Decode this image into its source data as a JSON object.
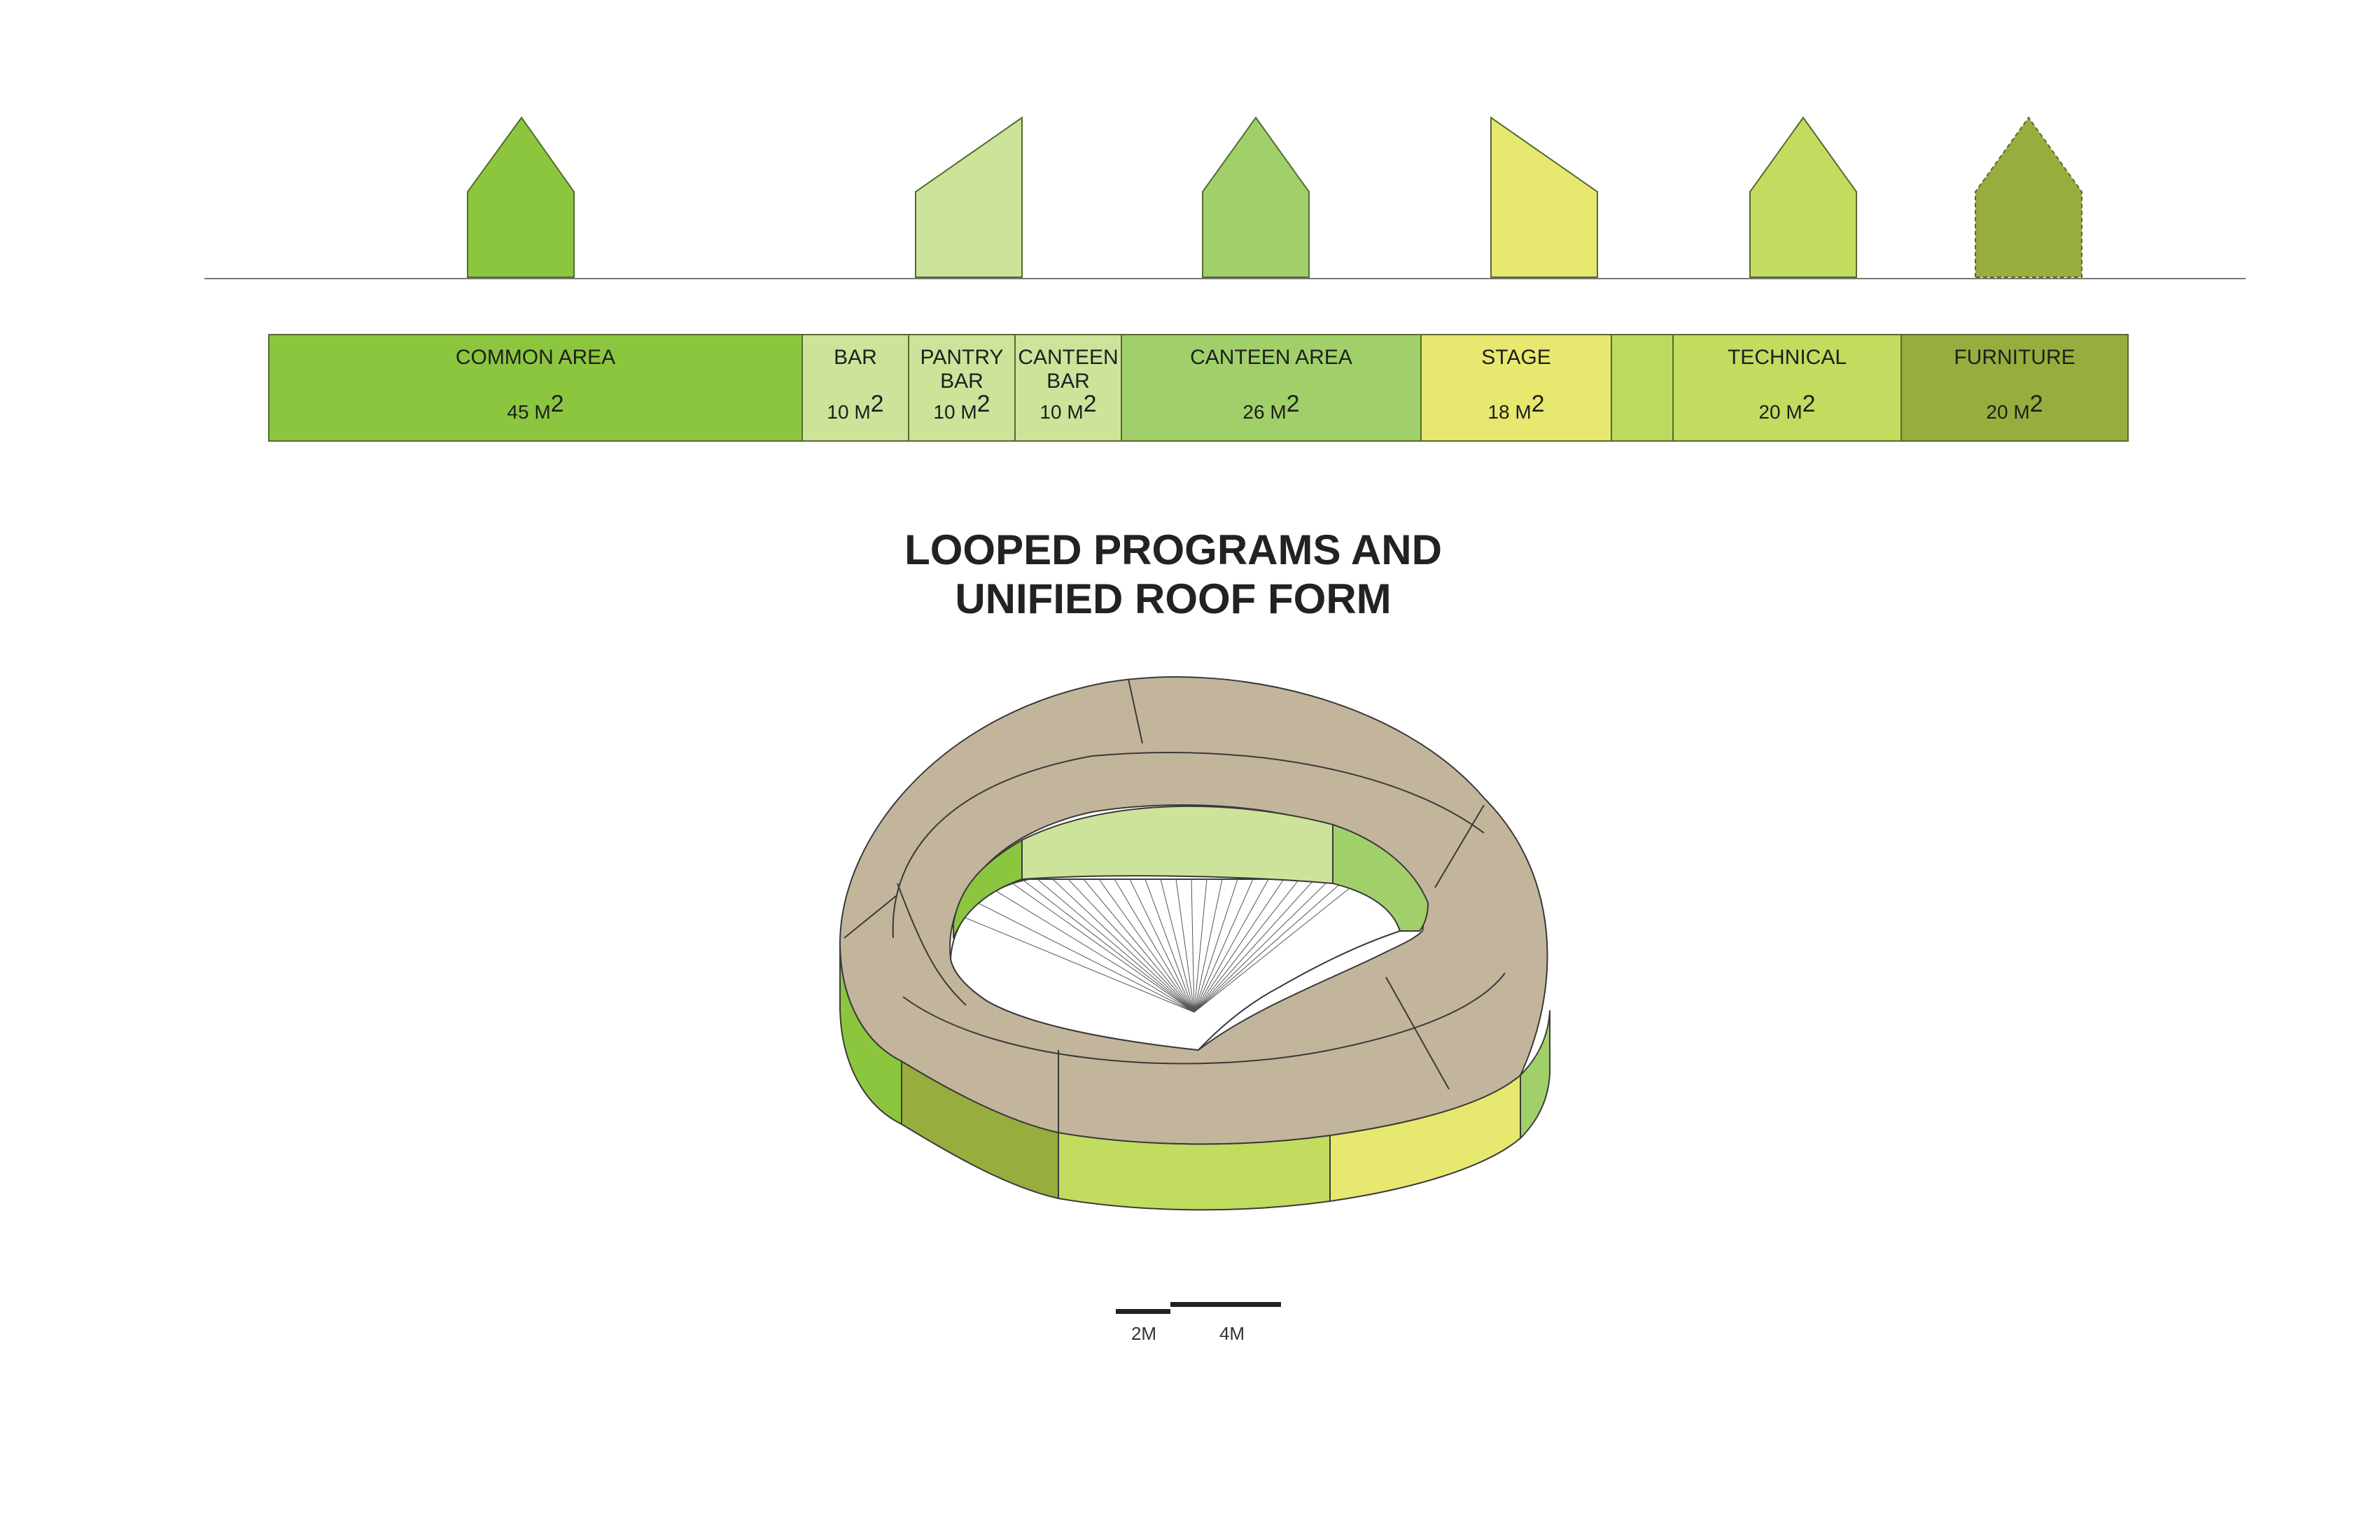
{
  "title": {
    "line1": "LOOPED PROGRAMS AND",
    "line2": "UNIFIED ROOF FORM"
  },
  "programs": [
    {
      "label": [
        "COMMON AREA"
      ],
      "area": "45 M",
      "sup": "2",
      "color": "#8cc63f"
    },
    {
      "label": [
        "BAR"
      ],
      "area": "10 M",
      "sup": "2",
      "color": "#cde39a"
    },
    {
      "label": [
        "PANTRY",
        "BAR"
      ],
      "area": "10 M",
      "sup": "2",
      "color": "#cde39a"
    },
    {
      "label": [
        "CANTEEN",
        "BAR"
      ],
      "area": "10 M",
      "sup": "2",
      "color": "#cde39a"
    },
    {
      "label": [
        "CANTEEN AREA"
      ],
      "area": "26 M",
      "sup": "2",
      "color": "#a1d06a"
    },
    {
      "label": [
        "STAGE"
      ],
      "area": "18 M",
      "sup": "2",
      "color": "#e7e86f"
    },
    {
      "label": [],
      "area": "",
      "sup": "",
      "color": "#bed95f"
    },
    {
      "label": [
        "TECHNICAL"
      ],
      "area": "20 M",
      "sup": "2",
      "color": "#c2dc60"
    },
    {
      "label": [
        "FURNITURE"
      ],
      "area": "20 M",
      "sup": "2",
      "color": "#97ad3d"
    }
  ],
  "scale_bar": {
    "label_a": "2M",
    "label_b": "4M"
  },
  "colors": {
    "roof": "#c2b59b",
    "outline": "#3a3a3a",
    "common_area": "#8cc63f",
    "pale_green": "#cde39a",
    "canteen_area": "#a1d06a",
    "stage": "#e7e86f",
    "technical": "#c2dc60",
    "furniture": "#97ad3d"
  }
}
